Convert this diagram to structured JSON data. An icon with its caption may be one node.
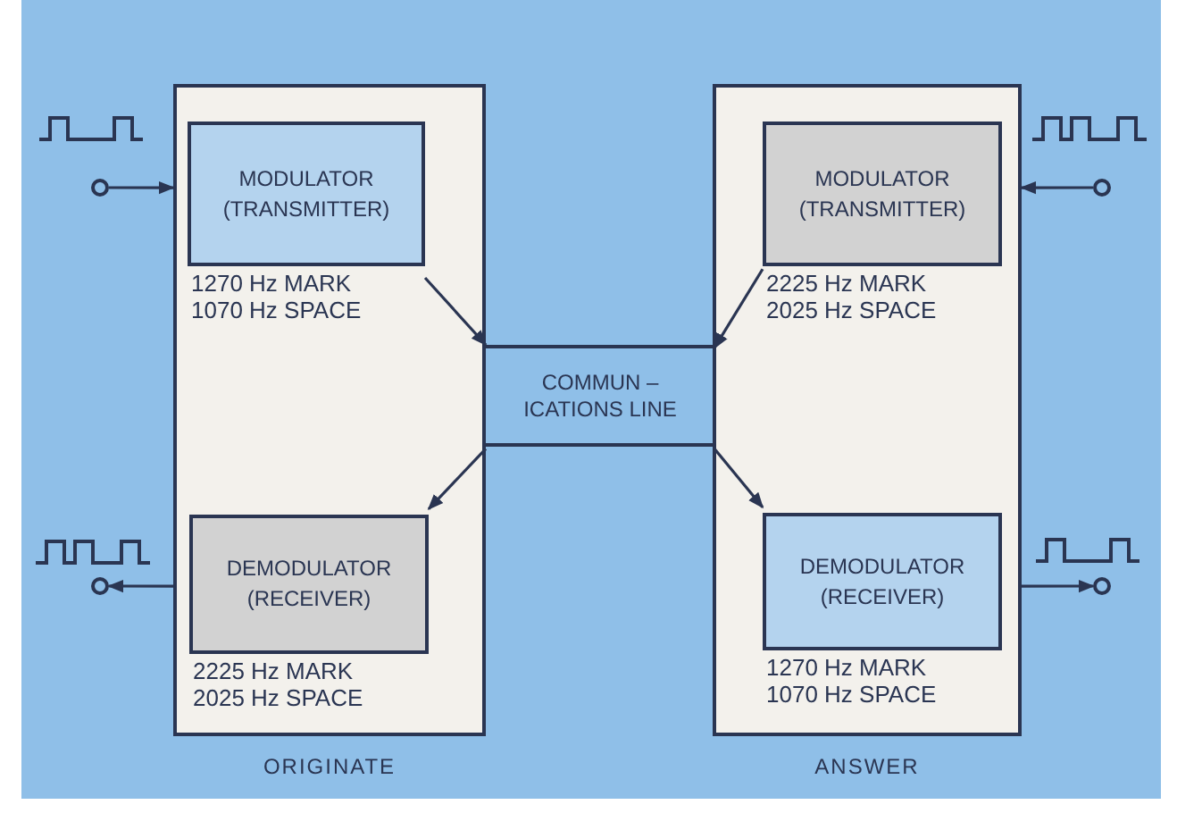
{
  "diagram": {
    "nodes": [
      {
        "text": [
          "ORIGINATE"
        ]
      },
      {
        "text": [
          "MODULATOR (TRANSMITTER)"
        ],
        "in": 0,
        "beside": [
          "1270 Hz MARK 1070 Hz SPACE"
        ]
      },
      {
        "text": [
          "DEMODULATOR (RECEIVER)"
        ],
        "in": 0,
        "beside": [
          "2225 Hz MARK 2025 Hz SPACE"
        ]
      },
      {
        "text": [
          "COMMUN – ICATIONS LINE"
        ]
      },
      {
        "text": [
          "ANSWER"
        ]
      },
      {
        "text": [
          "MODULATOR (TRANSMITTER)"
        ],
        "in": 4,
        "beside": [
          "2225 Hz MARK 2025 Hz SPACE"
        ]
      },
      {
        "text": [
          "DEMODULATOR (RECEIVER)"
        ],
        "in": 4,
        "beside": [
          "1270 Hz MARK 1070 Hz SPACE"
        ]
      },
      {
        "text": [],
        "shape": "circle"
      },
      {
        "text": [],
        "shape": "circle"
      },
      {
        "text": [],
        "shape": "circle"
      },
      {
        "text": [],
        "shape": "circle"
      }
    ],
    "edges": [
      {
        "from": 7,
        "to": 0,
        "arrow": "to"
      },
      {
        "from": 8,
        "to": 4,
        "arrow": "to"
      },
      {
        "from": 0,
        "to": 9,
        "arrow": "to"
      },
      {
        "from": 4,
        "to": 10,
        "arrow": "to"
      },
      {
        "from": 1,
        "to": 3,
        "arrow": "to"
      },
      {
        "from": 5,
        "to": 3,
        "arrow": "to"
      },
      {
        "from": 3,
        "to": 2,
        "arrow": "to"
      },
      {
        "from": 3,
        "to": 6,
        "arrow": "to"
      }
    ]
  }
}
